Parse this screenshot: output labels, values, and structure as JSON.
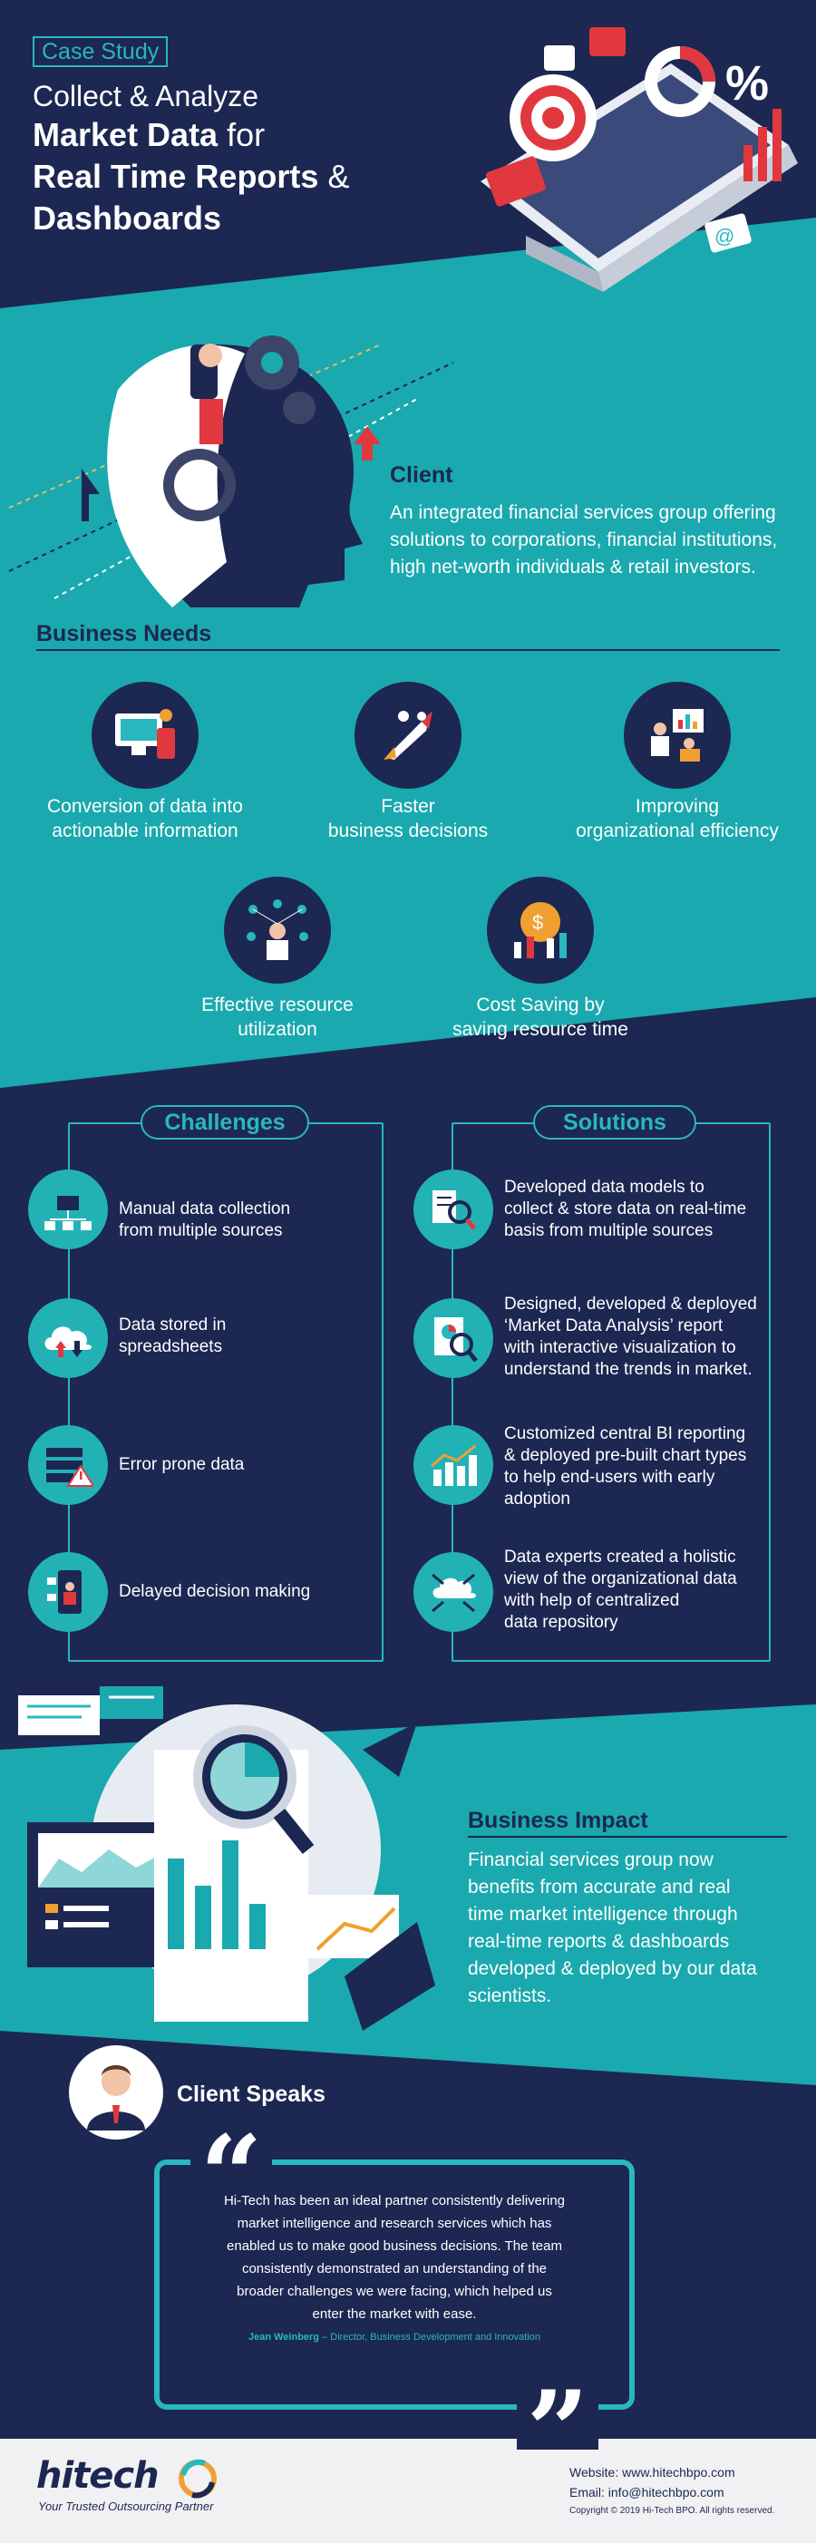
{
  "header": {
    "badge": "Case Study",
    "line1": "Collect & Analyze",
    "line2a": "Market Data",
    "line2b": " for",
    "line3a": "Real Time Reports",
    "line3b": " &",
    "line4": "Dashboards"
  },
  "client": {
    "title": "Client",
    "text": "An integrated financial services group offering solutions to corporations, financial institutions, high net-worth individuals & retail investors."
  },
  "business_needs": {
    "title": "Business Needs",
    "items": [
      {
        "line1": "Conversion of data into",
        "line2": "actionable information"
      },
      {
        "line1": "Faster",
        "line2": "business decisions"
      },
      {
        "line1": "Improving",
        "line2": "organizational efficiency"
      },
      {
        "line1": "Effective resource",
        "line2": "utilization"
      },
      {
        "line1": "Cost Saving by",
        "line2": "saving resource time"
      }
    ]
  },
  "challenges": {
    "title": "Challenges",
    "items": [
      {
        "line1": "Manual data collection",
        "line2": "from multiple sources"
      },
      {
        "line1": "Data stored in",
        "line2": "spreadsheets"
      },
      {
        "line1": "Error prone data",
        "line2": ""
      },
      {
        "line1": "Delayed decision making",
        "line2": ""
      }
    ]
  },
  "solutions": {
    "title": "Solutions",
    "items": [
      {
        "line1": "Developed data models to",
        "line2": "collect & store data on real-time",
        "line3": "basis from multiple sources",
        "line4": ""
      },
      {
        "line1": "Designed, developed & deployed",
        "line2": "‘Market Data Analysis’ report",
        "line3": "with interactive visualization to",
        "line4": "understand the trends in market."
      },
      {
        "line1": "Customized central BI reporting",
        "line2": "& deployed pre-built chart types",
        "line3": "to help end-users with early",
        "line4": "adoption"
      },
      {
        "line1": "Data experts created a holistic",
        "line2": "view of the organizational data",
        "line3": "with help of centralized",
        "line4": "data repository"
      }
    ]
  },
  "impact": {
    "title": "Business Impact",
    "lines": [
      "Financial services group now",
      "benefits from accurate and real",
      "time market intelligence through",
      "real-time reports & dashboards",
      "developed & deployed by our data",
      "scientists."
    ]
  },
  "client_speaks": {
    "title": "Client Speaks",
    "quote_lines": [
      "Hi-Tech has been an ideal partner consistently delivering",
      "market intelligence and research services which has",
      "enabled us to make good business decisions. The team",
      "consistently demonstrated an understanding of the",
      "broader challenges we were facing, which helped us",
      "enter the market with ease."
    ],
    "author": "Jean Weinberg",
    "author_role": " – Director, Business Development and Innovation"
  },
  "footer": {
    "logo": "hitech",
    "tagline": "Your Trusted Outsourcing Partner",
    "website": "Website: www.hitechbpo.com",
    "email": "Email: info@hitechbpo.com",
    "copyright": "Copyright © 2019 Hi-Tech BPO. All rights reserved."
  },
  "colors": {
    "navy": "#1c2752",
    "teal": "#28b8be",
    "red": "#e0383e",
    "footer_bg": "#f1f1f3"
  }
}
